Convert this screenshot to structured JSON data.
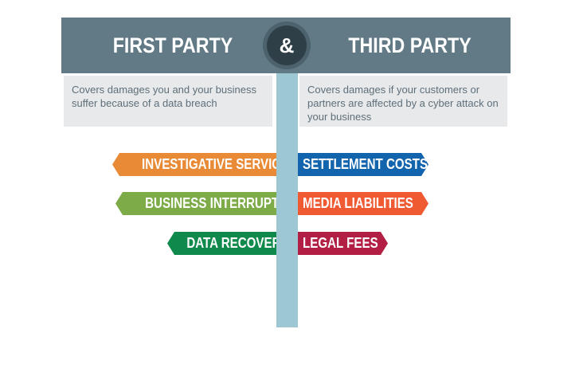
{
  "header": {
    "left_title": "FIRST PARTY",
    "ampersand": "&",
    "right_title": "THIRD PARTY"
  },
  "descriptions": {
    "first_party": "Covers damages you and your business suffer because of a data breach",
    "third_party": "Covers damages if your customers or partners are affected by a cyber attack on your business"
  },
  "signs": {
    "first_party": [
      {
        "label": "INVESTIGATIVE SERVICES",
        "color": "#e98a36"
      },
      {
        "label": "BUSINESS INTERRUPTION",
        "color": "#7cab48"
      },
      {
        "label": "DATA RECOVERY",
        "color": "#0f8a4c"
      }
    ],
    "third_party": [
      {
        "label": "SETTLEMENT COSTS",
        "color": "#1264ad"
      },
      {
        "label": "MEDIA LIABILITIES",
        "color": "#ef5a33"
      },
      {
        "label": "LEGAL FEES",
        "color": "#b21e44"
      }
    ]
  },
  "colors": {
    "header": "#617a86",
    "ampersand_circle": "#2f3f47",
    "pole": "#9ec7d4",
    "description_bg": "#e7e9ea"
  }
}
